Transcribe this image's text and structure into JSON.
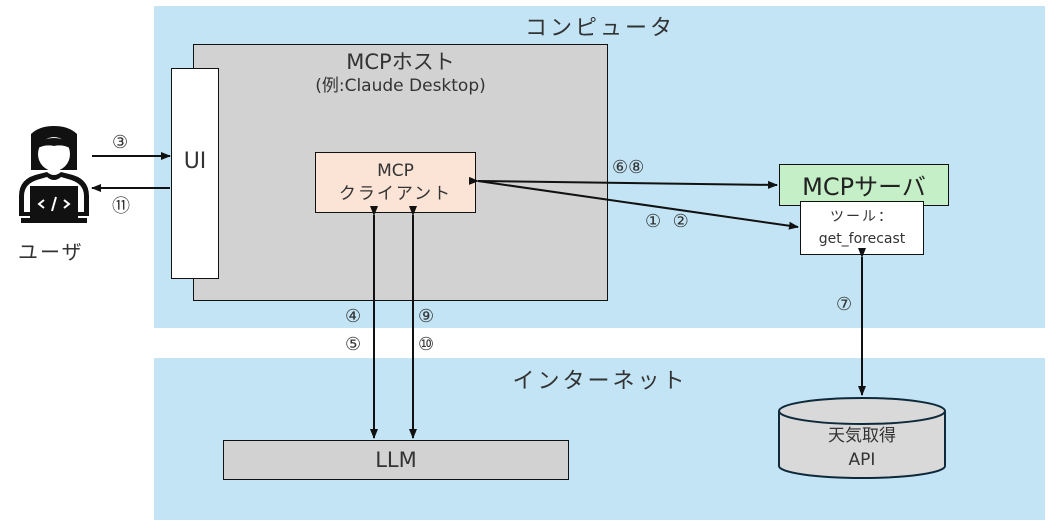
{
  "regions": {
    "computer": {
      "title": "コンピュータ"
    },
    "internet": {
      "title": "インターネット"
    }
  },
  "user": {
    "label": "ユーザ",
    "icon": "user-laptop-icon"
  },
  "host": {
    "title": "MCPホスト",
    "subtitle": "(例:Claude Desktop)"
  },
  "ui": {
    "label": "UI"
  },
  "client": {
    "line1": "MCP",
    "line2": "クライアント"
  },
  "server": {
    "label": "MCPサーバ"
  },
  "tool": {
    "line1": "ツール：",
    "line2": "get_forecast"
  },
  "llm": {
    "label": "LLM"
  },
  "api": {
    "line1": "天気取得",
    "line2": "API"
  },
  "steps": {
    "s3": "③",
    "s11": "⑪",
    "s68": "⑥⑧",
    "s12": "①  ②",
    "s4": "④",
    "s5": "⑤",
    "s9": "⑨",
    "s10": "⑩",
    "s7": "⑦"
  },
  "colors": {
    "region": "#c2e4f5",
    "host": "#d2d2d2",
    "client": "#fbe3d6",
    "server": "#c5efc6",
    "llm": "#d2d2d2"
  }
}
